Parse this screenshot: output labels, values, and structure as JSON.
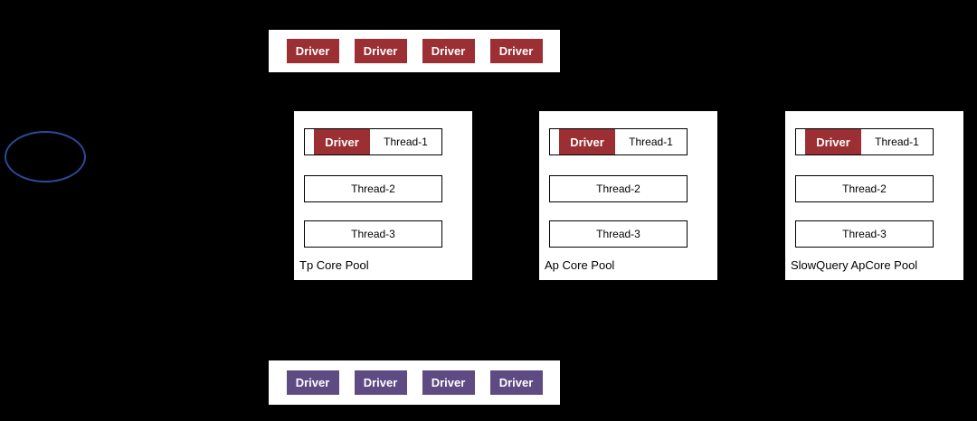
{
  "colors": {
    "driver_red": "#9c2f33",
    "driver_purple": "#5e4b84",
    "ellipse_stroke": "#2a4a9a",
    "background": "#000000",
    "panel_bg": "#ffffff"
  },
  "top_driver_group": {
    "items": [
      "Driver",
      "Driver",
      "Driver",
      "Driver"
    ]
  },
  "bottom_driver_group": {
    "items": [
      "Driver",
      "Driver",
      "Driver",
      "Driver"
    ]
  },
  "pools": [
    {
      "label": "Tp Core Pool",
      "driver_label": "Driver",
      "threads": [
        "Thread-1",
        "Thread-2",
        "Thread-3"
      ]
    },
    {
      "label": "Ap Core Pool",
      "driver_label": "Driver",
      "threads": [
        "Thread-1",
        "Thread-2",
        "Thread-3"
      ]
    },
    {
      "label": "SlowQuery ApCore Pool",
      "driver_label": "Driver",
      "threads": [
        "Thread-1",
        "Thread-2",
        "Thread-3"
      ]
    }
  ]
}
